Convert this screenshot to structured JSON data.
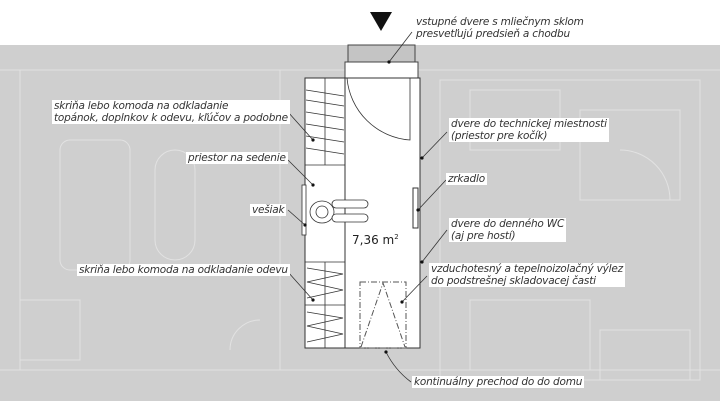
{
  "area": {
    "value": "7,36 m",
    "unit_sup": "2"
  },
  "labels": {
    "entrance_door": [
      "vstupné dvere s mliečnym sklom",
      "presvetľujú predsieň a chodbu"
    ],
    "shoe_cabinet": [
      "skriňa lebo komoda na odkladanie",
      "topánok, doplnkov k odevu, kľúčov a podobne"
    ],
    "seating": "priestor na sedenie",
    "hanger": "vešiak",
    "clothes_cabinet": "skriňa lebo komoda na odkladanie odevu",
    "technical_room_door": [
      "dvere do technickej miestnosti",
      "(priestor pre kočík)"
    ],
    "mirror": "zrkadlo",
    "wc_door": [
      "dvere do denného WC",
      "(aj pre hostí)"
    ],
    "attic_hatch": [
      "vzduchotesný a tepelnoizolačný výlez",
      "do podstrešnej skladovacej časti"
    ],
    "passage": "kontinuálny prechod do do domu"
  },
  "colors": {
    "background_plan": "#cfcfcf",
    "room": "#ffffff",
    "lines": "#333333"
  }
}
